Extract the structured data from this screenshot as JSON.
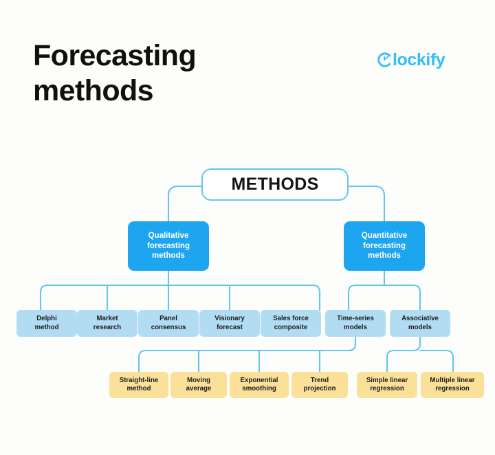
{
  "header": {
    "title": "Forecasting\nmethods",
    "brand_name": "lockify",
    "brand_icon": "clockify-c-clock-icon",
    "brand_color": "#35bdf5"
  },
  "colors": {
    "background": "#fdfdfb",
    "root_border": "#63c6ef",
    "primary_box": "#1da6ef",
    "secondary_box": "#b2dcf2",
    "tertiary_box": "#fbe099",
    "connector": "#63c6ef",
    "title_text": "#10100f"
  },
  "chart_data": {
    "type": "diagram",
    "title": "Forecasting methods",
    "root": {
      "id": "methods",
      "label": "METHODS",
      "style": "root"
    },
    "branches": [
      {
        "id": "qualitative",
        "label": "Qualitative\nforecasting\nmethods",
        "style": "primary",
        "children": [
          {
            "id": "delphi-method",
            "label": "Delphi\nmethod",
            "style": "secondary",
            "children": []
          },
          {
            "id": "market-research",
            "label": "Market\nresearch",
            "style": "secondary",
            "children": []
          },
          {
            "id": "panel-consensus",
            "label": "Panel\nconsensus",
            "style": "secondary",
            "children": []
          },
          {
            "id": "visionary-forecast",
            "label": "Visionary\nforecast",
            "style": "secondary",
            "children": []
          },
          {
            "id": "sales-force-composite",
            "label": "Sales force\ncomposite",
            "style": "secondary",
            "children": []
          }
        ]
      },
      {
        "id": "quantitative",
        "label": "Quantitative\nforecasting\nmethods",
        "style": "primary",
        "children": [
          {
            "id": "time-series-models",
            "label": "Time-series\nmodels",
            "style": "secondary",
            "children": [
              {
                "id": "straight-line-method",
                "label": "Straight-line\nmethod",
                "style": "tertiary"
              },
              {
                "id": "moving-average",
                "label": "Moving\naverage",
                "style": "tertiary"
              },
              {
                "id": "exponential-smoothing",
                "label": "Exponential\nsmoothing",
                "style": "tertiary"
              },
              {
                "id": "trend-projection",
                "label": "Trend\nprojection",
                "style": "tertiary"
              }
            ]
          },
          {
            "id": "associative-models",
            "label": "Associative\nmodels",
            "style": "secondary",
            "children": [
              {
                "id": "simple-linear-regression",
                "label": "Simple linear\nregression",
                "style": "tertiary"
              },
              {
                "id": "multiple-linear-regression",
                "label": "Multiple linear\nregression",
                "style": "tertiary"
              }
            ]
          }
        ]
      }
    ],
    "levels": [
      {
        "name": "root",
        "count": 1
      },
      {
        "name": "branch",
        "count": 2
      },
      {
        "name": "category",
        "count": 7
      },
      {
        "name": "technique",
        "count": 6
      }
    ]
  }
}
